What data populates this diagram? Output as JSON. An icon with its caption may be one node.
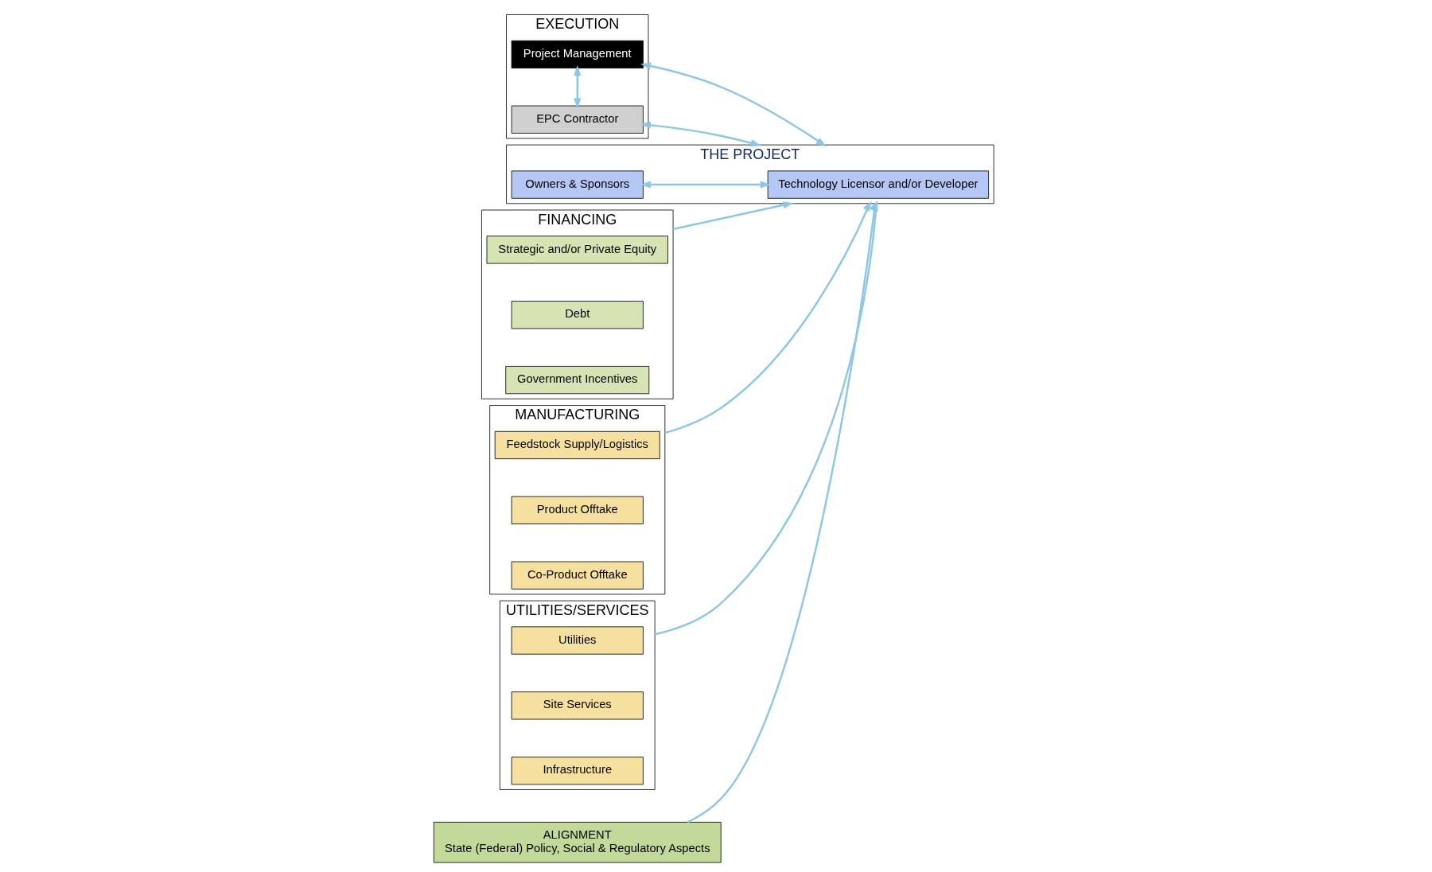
{
  "diagram": {
    "nodes": [
      {
        "text": [
          "EXECUTION"
        ]
      },
      {
        "text": [
          "Project Management"
        ],
        "in": 0
      },
      {
        "text": [
          "EPC Contractor"
        ],
        "in": 0
      },
      {
        "text": [
          "THE PROJECT"
        ]
      },
      {
        "text": [
          "Technology Licensor and/or Developer"
        ],
        "in": 3
      },
      {
        "text": [
          "Owners & Sponsors"
        ],
        "in": 3
      },
      {
        "text": [
          "FINANCING"
        ]
      },
      {
        "text": [
          "Strategic and/or Private Equity"
        ],
        "in": 6
      },
      {
        "text": [
          "Debt"
        ],
        "in": 6
      },
      {
        "text": [
          "Government Incentives"
        ],
        "in": 6
      },
      {
        "text": [
          "MANUFACTURING"
        ]
      },
      {
        "text": [
          "Feedstock Supply/Logistics"
        ],
        "in": 10
      },
      {
        "text": [
          "Product Offtake"
        ],
        "in": 10
      },
      {
        "text": [
          "Co-Product Offtake"
        ],
        "in": 10
      },
      {
        "text": [
          "UTILITIES/SERVICES"
        ]
      },
      {
        "text": [
          "Utilities"
        ],
        "in": 14
      },
      {
        "text": [
          "Site Services"
        ],
        "in": 14
      },
      {
        "text": [
          "Infrastructure"
        ],
        "in": 14
      },
      {
        "text": [
          "ALIGNMENT",
          "State (Federal) Policy, Social & Regulatory Aspects"
        ]
      }
    ],
    "edges": [
      {
        "from": 1,
        "to": 3,
        "arrow": "both"
      },
      {
        "from": 1,
        "to": 2,
        "arrow": "both"
      },
      {
        "from": 2,
        "to": 3,
        "arrow": "both"
      },
      {
        "from": 4,
        "to": 5,
        "arrow": "both"
      },
      {
        "from": 6,
        "to": 3,
        "arrow": "to"
      },
      {
        "from": 10,
        "to": 3,
        "arrow": "to"
      },
      {
        "from": 18,
        "to": 3,
        "arrow": "to"
      },
      {
        "from": 14,
        "to": 3,
        "arrow": "to"
      }
    ]
  }
}
